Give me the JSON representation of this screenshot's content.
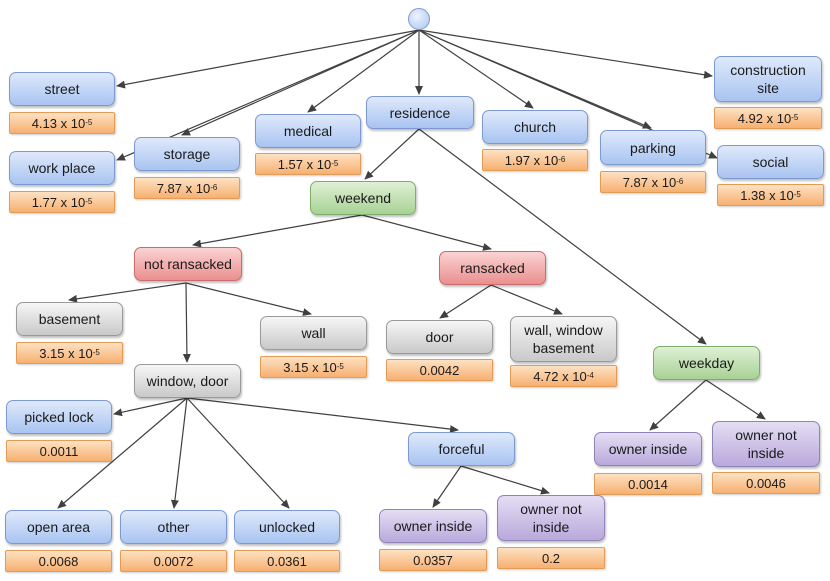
{
  "nodes": {
    "street": {
      "label": "street",
      "prob": "4.13 x 10",
      "exp": "-5"
    },
    "work_place": {
      "label": "work place",
      "prob": "1.77 x 10",
      "exp": "-5"
    },
    "storage": {
      "label": "storage",
      "prob": "7.87 x 10",
      "exp": "-6"
    },
    "medical": {
      "label": "medical",
      "prob": "1.57 x 10",
      "exp": "-5"
    },
    "residence": {
      "label": "residence"
    },
    "church": {
      "label": "church",
      "prob": "1.97 x 10",
      "exp": "-6"
    },
    "parking": {
      "label": "parking",
      "prob": "7.87 x 10",
      "exp": "-6"
    },
    "construction_site": {
      "label": "construction\nsite",
      "prob": "4.92 x 10",
      "exp": "-5"
    },
    "social": {
      "label": "social",
      "prob": "1.38 x 10",
      "exp": "-5"
    },
    "weekend": {
      "label": "weekend"
    },
    "not_ransacked": {
      "label": "not ransacked"
    },
    "ransacked": {
      "label": "ransacked"
    },
    "basement": {
      "label": "basement",
      "prob": "3.15 x 10",
      "exp": "-5"
    },
    "wall": {
      "label": "wall",
      "prob": "3.15 x 10",
      "exp": "-5"
    },
    "door": {
      "label": "door",
      "prob": "0.0042"
    },
    "wall_window_basement": {
      "label": "wall, window\nbasement",
      "prob": "4.72 x 10",
      "exp": "-4"
    },
    "window_door": {
      "label": "window, door"
    },
    "weekday": {
      "label": "weekday"
    },
    "picked_lock": {
      "label": "picked lock",
      "prob": "0.0011"
    },
    "forceful": {
      "label": "forceful"
    },
    "owner_inside_weekday": {
      "label": "owner inside",
      "prob": "0.0014"
    },
    "owner_not_inside_weekday": {
      "label": "owner not\ninside",
      "prob": "0.0046"
    },
    "open_area": {
      "label": "open area",
      "prob": "0.0068"
    },
    "other": {
      "label": "other",
      "prob": "0.0072"
    },
    "unlocked": {
      "label": "unlocked",
      "prob": "0.0361"
    },
    "owner_inside_forceful": {
      "label": "owner inside",
      "prob": "0.0357"
    },
    "owner_not_inside_forceful": {
      "label": "owner not\ninside",
      "prob": "0.2"
    }
  },
  "edges": [
    [
      "root",
      "street"
    ],
    [
      "root",
      "work_place"
    ],
    [
      "root",
      "storage"
    ],
    [
      "root",
      "medical"
    ],
    [
      "root",
      "residence"
    ],
    [
      "root",
      "church"
    ],
    [
      "root",
      "parking"
    ],
    [
      "root",
      "construction_site"
    ],
    [
      "root",
      "social"
    ],
    [
      "residence",
      "weekend"
    ],
    [
      "residence",
      "weekday"
    ],
    [
      "weekend",
      "not_ransacked"
    ],
    [
      "weekend",
      "ransacked"
    ],
    [
      "not_ransacked",
      "basement"
    ],
    [
      "not_ransacked",
      "wall"
    ],
    [
      "not_ransacked",
      "window_door"
    ],
    [
      "ransacked",
      "door"
    ],
    [
      "ransacked",
      "wall_window_basement"
    ],
    [
      "window_door",
      "picked_lock"
    ],
    [
      "window_door",
      "open_area"
    ],
    [
      "window_door",
      "other"
    ],
    [
      "window_door",
      "unlocked"
    ],
    [
      "window_door",
      "forceful"
    ],
    [
      "forceful",
      "owner_inside_forceful"
    ],
    [
      "forceful",
      "owner_not_inside_forceful"
    ],
    [
      "weekday",
      "owner_inside_weekday"
    ],
    [
      "weekday",
      "owner_not_inside_weekday"
    ]
  ],
  "colors": {
    "location": "#a9c4f1",
    "time": "#a8d294",
    "ransacked_state": "#ea8f8f",
    "entry_point": "#c9c9c9",
    "owner_presence": "#b9a9dc",
    "probability": "#f7b071"
  }
}
